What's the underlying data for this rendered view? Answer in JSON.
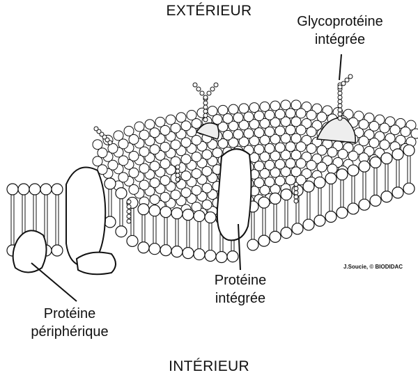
{
  "labels": {
    "exterior": "EXTÉRIEUR",
    "interior": "INTÉRIEUR",
    "glycoprotein": [
      "Glycoprotéine",
      "intégrée"
    ],
    "integral_protein": [
      "Protéine",
      "intégrée"
    ],
    "peripheral_protein": [
      "Protéine",
      "périphérique"
    ]
  },
  "credit": "J.Soucie, © BIODIDAC",
  "colors": {
    "ink": "#111111",
    "background": "#ffffff"
  }
}
